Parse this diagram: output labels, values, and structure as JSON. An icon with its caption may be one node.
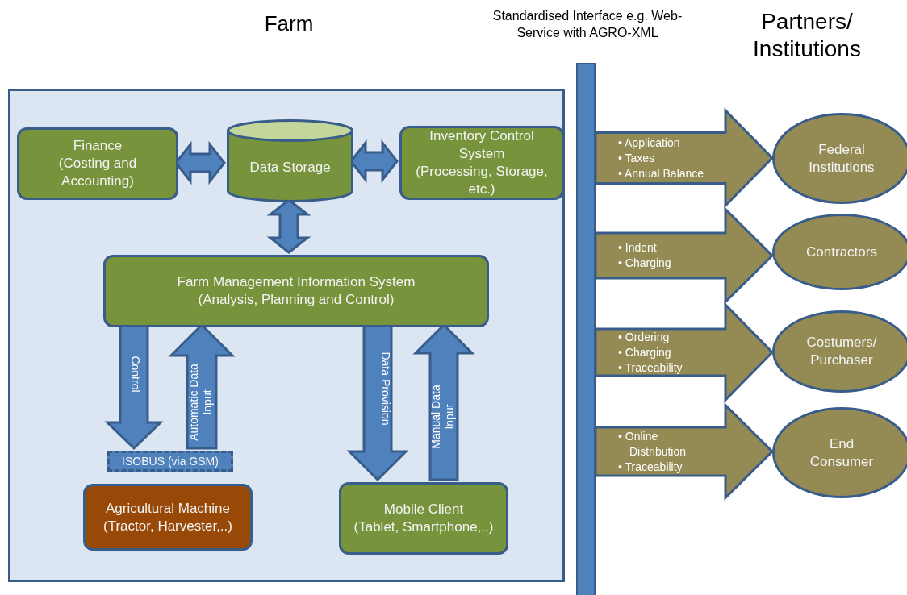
{
  "diagram": {
    "nodes": [
      {
        "text": [
          "Farm"
        ]
      },
      {
        "text": [
          "Finance",
          "(Costing and Accounting)"
        ],
        "in": 0
      },
      {
        "text": [
          "Data Storage"
        ],
        "in": 0
      },
      {
        "text": [
          "Inventory Control System",
          "(Processing, Storage, etc.)"
        ],
        "in": 0
      },
      {
        "text": [
          "Farm Management Information System",
          "(Analysis, Planning and Control)"
        ],
        "in": 0
      },
      {
        "text": [
          "ISOBUS (via GSM)"
        ],
        "in": 0
      },
      {
        "text": [
          "Agricultural Machine",
          "(Tractor, Harvester,..)"
        ],
        "in": 0
      },
      {
        "text": [
          "Mobile Client",
          "(Tablet, Smartphone,..)"
        ],
        "in": 0
      },
      {
        "text": [
          "Standardised Interface e.g. Web-Service with AGRO-XML"
        ]
      },
      {
        "text": [
          "Federal Institutions"
        ]
      },
      {
        "text": [
          "Contractors"
        ]
      },
      {
        "text": [
          "Costumers/ Purchaser"
        ]
      },
      {
        "text": [
          "End Consumer"
        ]
      }
    ],
    "edges": [
      {
        "from": 1,
        "to": 2,
        "arrow": "both"
      },
      {
        "from": 2,
        "to": 3,
        "arrow": "both"
      },
      {
        "from": 2,
        "to": 4,
        "arrow": "both"
      },
      {
        "from": 4,
        "to": 5,
        "arrow": "to",
        "label": "Control"
      },
      {
        "from": 5,
        "to": 4,
        "arrow": "to",
        "label": "Automatic Data Input"
      },
      {
        "from": 4,
        "to": 7,
        "arrow": "to",
        "label": "Data Provision"
      },
      {
        "from": 7,
        "to": 4,
        "arrow": "to",
        "label": "Manual Data Input"
      },
      {
        "from": 8,
        "to": 9,
        "arrow": "to",
        "label": "• Application\n• Taxes\n• Annual Balance",
        "color": "#948a54"
      },
      {
        "from": 8,
        "to": 10,
        "arrow": "to",
        "label": "• Indent\n• Charging",
        "color": "#948a54"
      },
      {
        "from": 8,
        "to": 11,
        "arrow": "to",
        "label": "• Ordering\n• Charging\n• Traceability",
        "color": "#948a54"
      },
      {
        "from": 8,
        "to": 12,
        "arrow": "to",
        "label": "• Online Distribution\n• Traceability",
        "color": "#948a54"
      }
    ],
    "labels": [
      "Partners/ Institutions"
    ]
  }
}
